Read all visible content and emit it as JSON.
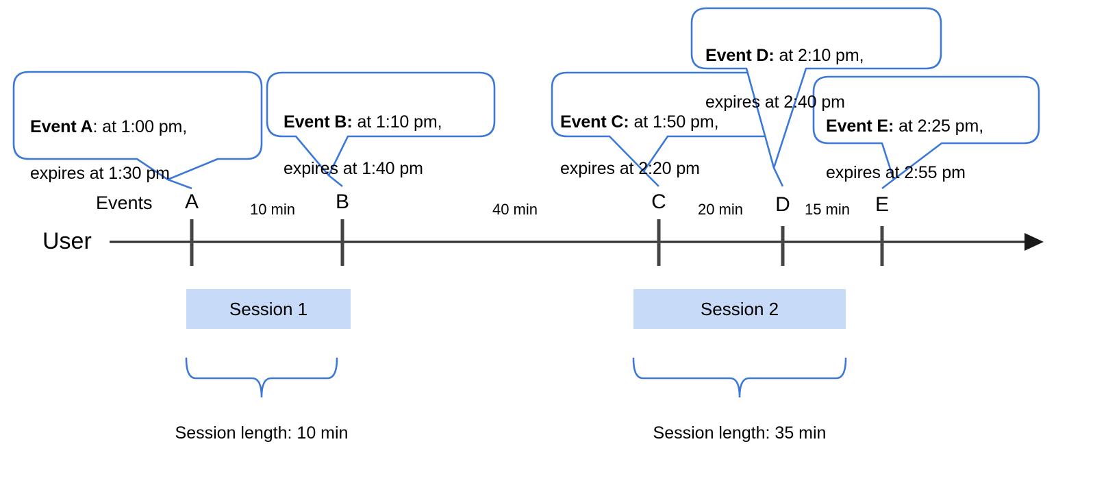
{
  "diagram": {
    "title_row_label": "Events",
    "actor_label": "User",
    "accent_color": "#3c78d8",
    "session_fill_color": "#c7daf8",
    "axis_color": "#333333"
  },
  "callouts": [
    {
      "id": "event-a",
      "bold": "Event A",
      "rest": ": at 1:00 pm,",
      "line2": "expires at 1:30 pm",
      "full_text": "Event A: at 1:00 pm, expires at 1:30 pm"
    },
    {
      "id": "event-b",
      "bold": "Event B:",
      "rest": " at 1:10 pm,",
      "line2": "expires at 1:40 pm",
      "full_text": "Event B: at 1:10 pm, expires at 1:40 pm"
    },
    {
      "id": "event-c",
      "bold": "Event C:",
      "rest": " at 1:50 pm,",
      "line2": "expires at 2:20 pm",
      "full_text": "Event C: at 1:50 pm, expires at 2:20 pm"
    },
    {
      "id": "event-d",
      "bold": "Event D:",
      "rest": " at 2:10 pm,",
      "line2": "expires at 2:40 pm",
      "full_text": "Event D: at 2:10 pm, expires at 2:40 pm"
    },
    {
      "id": "event-e",
      "bold": "Event E:",
      "rest": " at 2:25 pm,",
      "line2": "expires at 2:55 pm",
      "full_text": "Event E: at 2:25 pm, expires at 2:55 pm"
    }
  ],
  "timeline": {
    "events": [
      {
        "letter": "A",
        "time": "1:00 pm"
      },
      {
        "letter": "B",
        "time": "1:10 pm"
      },
      {
        "letter": "C",
        "time": "1:50 pm"
      },
      {
        "letter": "D",
        "time": "2:10 pm"
      },
      {
        "letter": "E",
        "time": "2:25 pm"
      }
    ],
    "gaps": [
      {
        "between": "A-B",
        "label": "10 min"
      },
      {
        "between": "B-C",
        "label": "40 min"
      },
      {
        "between": "C-D",
        "label": "20 min"
      },
      {
        "between": "D-E",
        "label": "15 min"
      }
    ]
  },
  "sessions": [
    {
      "label": "Session 1",
      "length_label": "Session length: 10 min"
    },
    {
      "label": "Session 2",
      "length_label": "Session length: 35 min"
    }
  ]
}
